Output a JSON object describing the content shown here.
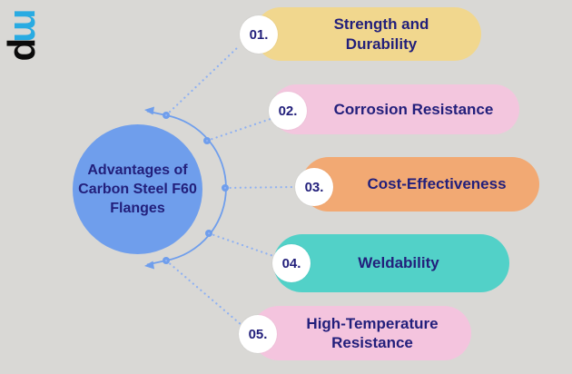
{
  "background": "#d9d8d5",
  "logo": {
    "letter_m": "m",
    "letter_p": "p",
    "m_color": "#29abe2",
    "p_color": "#0b0b0b"
  },
  "center": {
    "title": "Advantages of Carbon Steel F60 Flanges",
    "fill": "#6f9eec",
    "text_color": "#221f7b"
  },
  "connectors": {
    "arc_color": "#6f9eec",
    "dotted_line_color": "#8fb1f2"
  },
  "items": [
    {
      "number": "01.",
      "label": "Strength and Durability",
      "color": "#f1d78e"
    },
    {
      "number": "02.",
      "label": "Corrosion Resistance",
      "color": "#f3c6de"
    },
    {
      "number": "03.",
      "label": "Cost-Effectiveness",
      "color": "#f2a973"
    },
    {
      "number": "04.",
      "label": "Weldability",
      "color": "#52d1c8"
    },
    {
      "number": "05.",
      "label": "High-Temperature Resistance",
      "color": "#f4c4de"
    }
  ]
}
